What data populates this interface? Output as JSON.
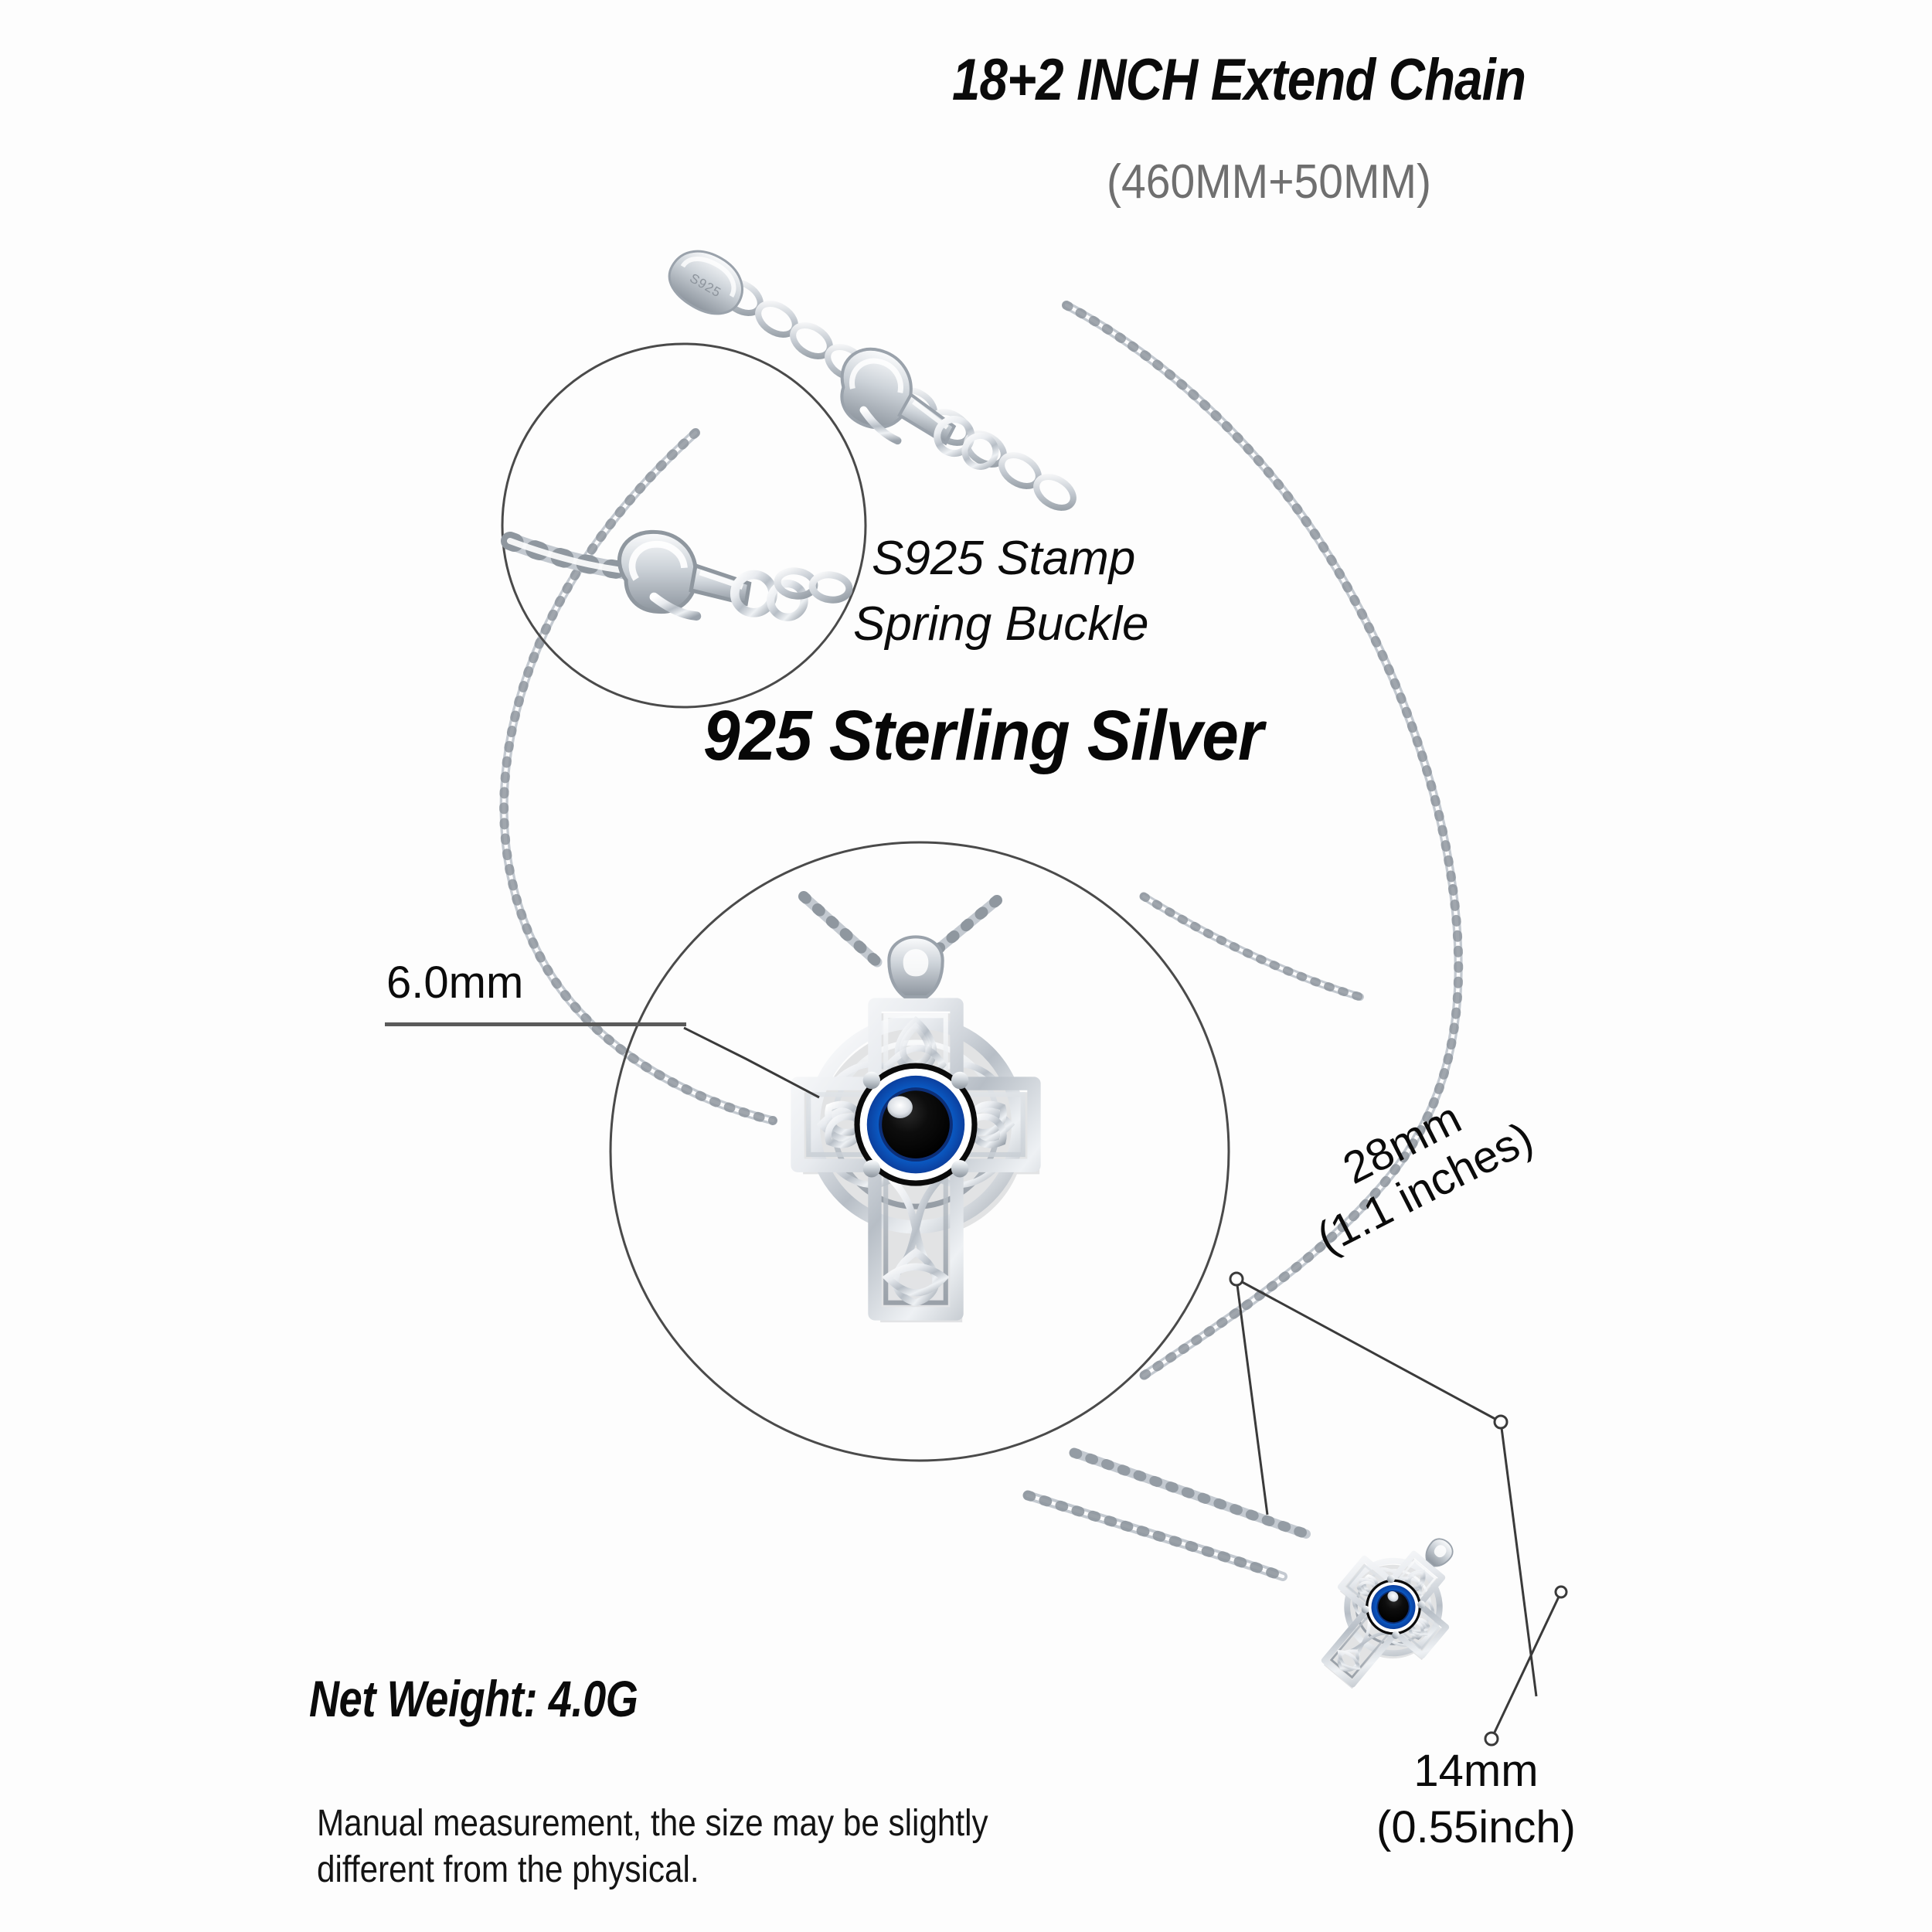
{
  "product": {
    "material": "925 Sterling Silver",
    "type": "Celtic cross evil eye pendant necklace"
  },
  "header": {
    "title": "18+2 INCH Extend Chain",
    "subtitle": "(460MM+50MM)"
  },
  "callouts": {
    "clasp_line1": "S925 Stamp",
    "clasp_line2": "Spring Buckle",
    "material": "925 Sterling Silver"
  },
  "dimensions": {
    "chain_width": "6.0mm",
    "pendant_height_mm": "28mm",
    "pendant_height_in": "(1.1 inches)",
    "pendant_width_mm": "14mm",
    "pendant_width_in": "(0.55inch)"
  },
  "weight": {
    "label": "Net Weight: 4.0G"
  },
  "disclaimer": {
    "line1": "Manual measurement, the size may be slightly",
    "line2": "different from the physical."
  },
  "colors": {
    "background": "#fdfdfd",
    "text": "#0b0b0b",
    "subtitle": "#6f6f6f",
    "silver_light": "#f2f4f6",
    "silver_mid": "#b9bfc6",
    "silver_dark": "#7d848c",
    "eye_blue": "#0a6fe0",
    "eye_blue_deep": "#0b3f9e",
    "eye_pupil": "#141414",
    "line": "#3a3a3a"
  },
  "icons": {
    "magnifier_clasp": "magnifier-circle-icon",
    "magnifier_pendant": "magnifier-circle-icon",
    "lobster_clasp": "lobster-clasp-icon",
    "stamp_tag": "s925-stamp-tag-icon",
    "evil_eye": "evil-eye-icon",
    "celtic_knot": "celtic-knot-icon"
  }
}
